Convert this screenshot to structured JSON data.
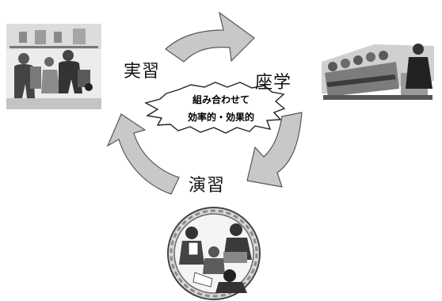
{
  "diagram": {
    "center": {
      "line1": "組み合わせて",
      "line2": "効率的・効果的"
    },
    "stages": {
      "practice_label": "実習",
      "lecture_label": "座学",
      "exercise_label": "演習"
    },
    "illustrations": [
      "field-practice-clipart",
      "classroom-lecture-clipart",
      "group-exercise-clipart"
    ],
    "colors": {
      "arrow_fill": "#c8c8c8",
      "arrow_stroke": "#555555",
      "starburst_stroke": "#222222"
    }
  }
}
